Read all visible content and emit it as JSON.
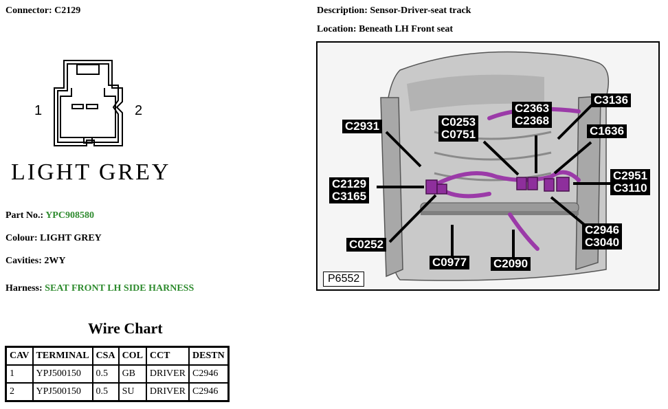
{
  "connector": {
    "label": "Connector:",
    "value": "C2129"
  },
  "description": {
    "label": "Description:",
    "value": "Sensor-Driver-seat track"
  },
  "location": {
    "label": "Location:",
    "value": "Beneath LH Front seat"
  },
  "drawing": {
    "cavity_left": "1",
    "cavity_right": "2",
    "colour_text": "LIGHT GREY"
  },
  "part": {
    "label": "Part No.:",
    "value": "YPC908580"
  },
  "colour": {
    "label": "Colour:",
    "value": "LIGHT GREY"
  },
  "cavities": {
    "label": "Cavities:",
    "value": "2WY"
  },
  "harness": {
    "label": "Harness:",
    "value": "SEAT FRONT LH SIDE HARNESS"
  },
  "accent_green": "#2e8b2e",
  "wire_chart": {
    "title": "Wire Chart",
    "headers": [
      "CAV",
      "TERMINAL",
      "CSA",
      "COL",
      "CCT",
      "DESTN"
    ],
    "rows": [
      [
        "1",
        "YPJ500150",
        "0.5",
        "GB",
        "DRIVER",
        "C2946"
      ],
      [
        "2",
        "YPJ500150",
        "0.5",
        "SU",
        "DRIVER",
        "C2946"
      ]
    ]
  },
  "photo": {
    "id": "P6552",
    "callouts": {
      "c2931": [
        "C2931"
      ],
      "c0253": [
        "C0253",
        "C0751"
      ],
      "c2363": [
        "C2363",
        "C2368"
      ],
      "c3136": [
        "C3136"
      ],
      "c1636": [
        "C1636"
      ],
      "c2129": [
        "C2129",
        "C3165"
      ],
      "c2951": [
        "C2951",
        "C3110"
      ],
      "c2946": [
        "C2946",
        "C3040"
      ],
      "c0252": [
        "C0252"
      ],
      "c0977": [
        "C0977"
      ],
      "c2090": [
        "C2090"
      ]
    }
  }
}
